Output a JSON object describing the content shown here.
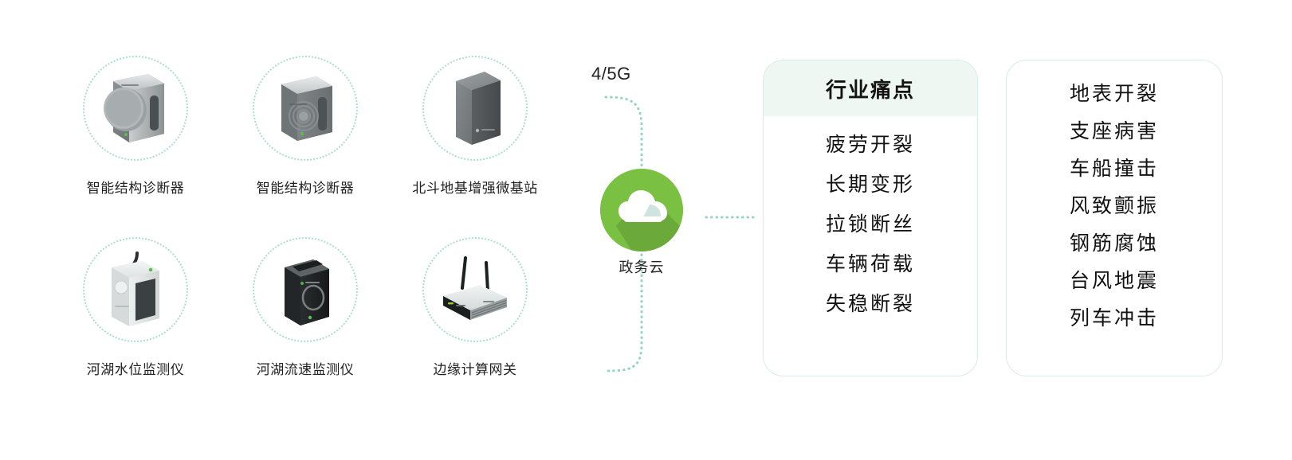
{
  "devices": [
    {
      "label": "智能结构诊断器",
      "icon": "structure-diagnostic-knob-device"
    },
    {
      "label": "智能结构诊断器",
      "icon": "structure-diagnostic-wave-device"
    },
    {
      "label": "北斗地基增强微基站",
      "icon": "beidou-micro-base-station"
    },
    {
      "label": "河湖水位监测仪",
      "icon": "water-level-monitor"
    },
    {
      "label": "河湖流速监测仪",
      "icon": "flow-velocity-monitor"
    },
    {
      "label": "边缘计算网关",
      "icon": "edge-computing-gateway"
    }
  ],
  "network": {
    "link_label": "4/5G",
    "cloud_label": "政务云",
    "cloud_icon": "cloud-icon",
    "accent_color": "#7ac143",
    "line_color": "#8fd6c0"
  },
  "panels": [
    {
      "title": "行业痛点",
      "has_header": true,
      "items": [
        "疲劳开裂",
        "长期变形",
        "拉锁断丝",
        "车辆荷载",
        "失稳断裂"
      ]
    },
    {
      "title": "",
      "has_header": false,
      "items": [
        "地表开裂",
        "支座病害",
        "车船撞击",
        "风致颤振",
        "钢筋腐蚀",
        "台风地震",
        "列车冲击"
      ]
    }
  ]
}
